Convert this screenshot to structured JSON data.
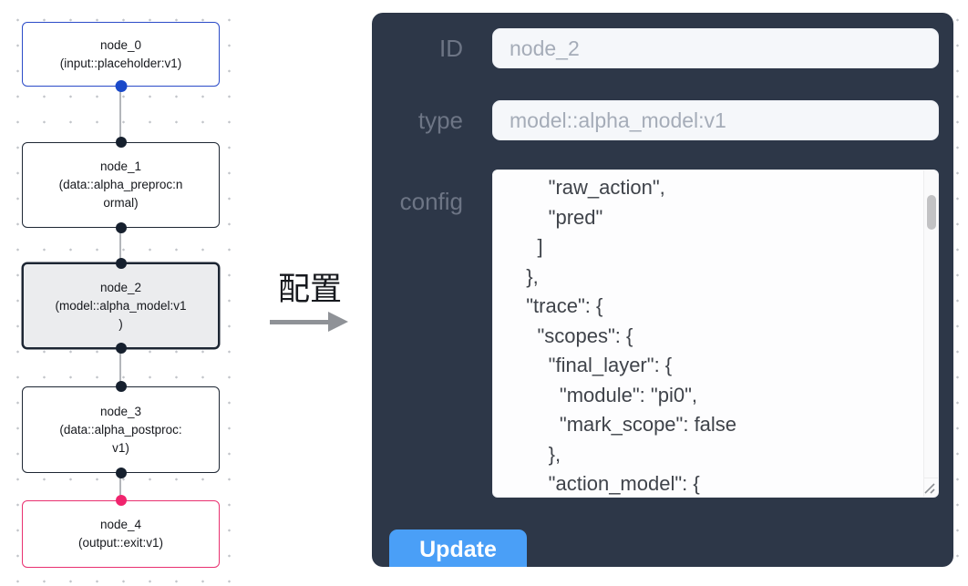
{
  "flow": {
    "nodes": [
      {
        "title": "node_0",
        "subtitle": "(input::placeholder:v1)"
      },
      {
        "title": "node_1",
        "subtitle": "(data::alpha_preproc:n\normal)"
      },
      {
        "title": "node_2",
        "subtitle": "(model::alpha_model:v1\n)"
      },
      {
        "title": "node_3",
        "subtitle": "(data::alpha_postproc:\nv1)"
      },
      {
        "title": "node_4",
        "subtitle": "(output::exit:v1)"
      }
    ]
  },
  "transfer": {
    "label": "配置"
  },
  "panel": {
    "id_field": {
      "label": "ID",
      "value": "node_2"
    },
    "type_field": {
      "label": "type",
      "value": "model::alpha_model:v1"
    },
    "config_field": {
      "label": "config",
      "value": "      \"raw_action\",\n      \"pred\"\n    ]\n  },\n  \"trace\": {\n    \"scopes\": {\n      \"final_layer\": {\n        \"module\": \"pi0\",\n        \"mark_scope\": false\n      },\n      \"action_model\": {"
    },
    "update_button": "Update"
  },
  "colors": {
    "panel_bg": "#2d3748",
    "node_selected_bg": "#ebecee",
    "input_node_border": "#2b4bc8",
    "output_node_border": "#e93070",
    "input_port": "#1a49c9",
    "output_port": "#f0246d",
    "default_port": "#16202e",
    "update_button": "#4a9ff7",
    "field_bg": "#f5f7fa",
    "field_text": "#a5acb8",
    "label_text": "#6d7585",
    "edge": "#b3b6ba",
    "grid_dot": "#c2c5ca"
  }
}
